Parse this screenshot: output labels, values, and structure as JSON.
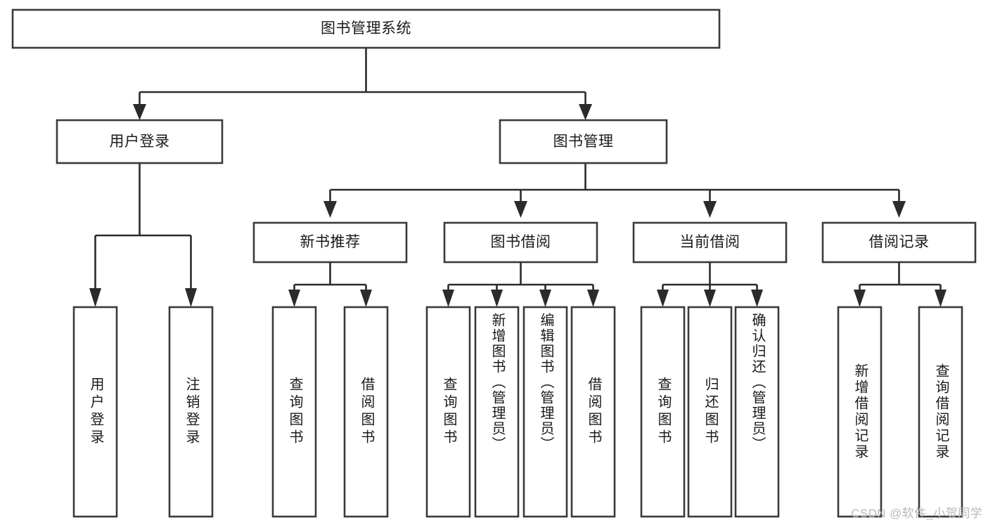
{
  "diagram": {
    "type": "tree-hierarchy-chart",
    "title": "图书管理系统",
    "levels": [
      {
        "level": 1,
        "nodes": [
          {
            "id": "root",
            "label": "图书管理系统",
            "orientation": "horizontal"
          }
        ]
      },
      {
        "level": 2,
        "nodes": [
          {
            "id": "user-login",
            "label": "用户登录",
            "orientation": "horizontal",
            "parent": "root"
          },
          {
            "id": "book-manage",
            "label": "图书管理",
            "orientation": "horizontal",
            "parent": "root"
          }
        ]
      },
      {
        "level": 3,
        "nodes": [
          {
            "id": "new-book-rec",
            "label": "新书推荐",
            "orientation": "horizontal",
            "parent": "book-manage"
          },
          {
            "id": "book-borrow",
            "label": "图书借阅",
            "orientation": "horizontal",
            "parent": "book-manage"
          },
          {
            "id": "current-borrow",
            "label": "当前借阅",
            "orientation": "horizontal",
            "parent": "book-manage"
          },
          {
            "id": "borrow-record",
            "label": "借阅记录",
            "orientation": "horizontal",
            "parent": "book-manage"
          }
        ]
      },
      {
        "level": 4,
        "nodes": [
          {
            "id": "leaf-user-login",
            "label": "用户登录",
            "orientation": "vertical",
            "parent": "user-login"
          },
          {
            "id": "leaf-logout",
            "label": "注销登录",
            "orientation": "vertical",
            "parent": "user-login"
          },
          {
            "id": "leaf-query-book-1",
            "label": "查询图书",
            "orientation": "vertical",
            "parent": "new-book-rec"
          },
          {
            "id": "leaf-borrow-book-1",
            "label": "借阅图书",
            "orientation": "vertical",
            "parent": "new-book-rec"
          },
          {
            "id": "leaf-query-book-2",
            "label": "查询图书",
            "orientation": "vertical",
            "parent": "book-borrow"
          },
          {
            "id": "leaf-add-book",
            "label": "新增图书（管理员）",
            "orientation": "vertical",
            "parent": "book-borrow"
          },
          {
            "id": "leaf-edit-book",
            "label": "编辑图书（管理员）",
            "orientation": "vertical",
            "parent": "book-borrow"
          },
          {
            "id": "leaf-borrow-book-2",
            "label": "借阅图书",
            "orientation": "vertical",
            "parent": "book-borrow"
          },
          {
            "id": "leaf-query-book-3",
            "label": "查询图书",
            "orientation": "vertical",
            "parent": "current-borrow"
          },
          {
            "id": "leaf-return-book",
            "label": "归还图书",
            "orientation": "vertical",
            "parent": "current-borrow"
          },
          {
            "id": "leaf-confirm-return",
            "label": "确认归还（管理员）",
            "orientation": "vertical",
            "parent": "current-borrow"
          },
          {
            "id": "leaf-add-record",
            "label": "新增借阅记录",
            "orientation": "vertical",
            "parent": "borrow-record"
          },
          {
            "id": "leaf-query-record",
            "label": "查询借阅记录",
            "orientation": "vertical",
            "parent": "borrow-record"
          }
        ]
      }
    ]
  },
  "watermark": {
    "text": "CSDN @软件_小贺同学"
  },
  "colors": {
    "background": "#ffffff",
    "box_stroke": "#3a3a3a",
    "connector": "#2b2b2b",
    "text": "#1a1a1a",
    "watermark": "#b9b9b9"
  }
}
